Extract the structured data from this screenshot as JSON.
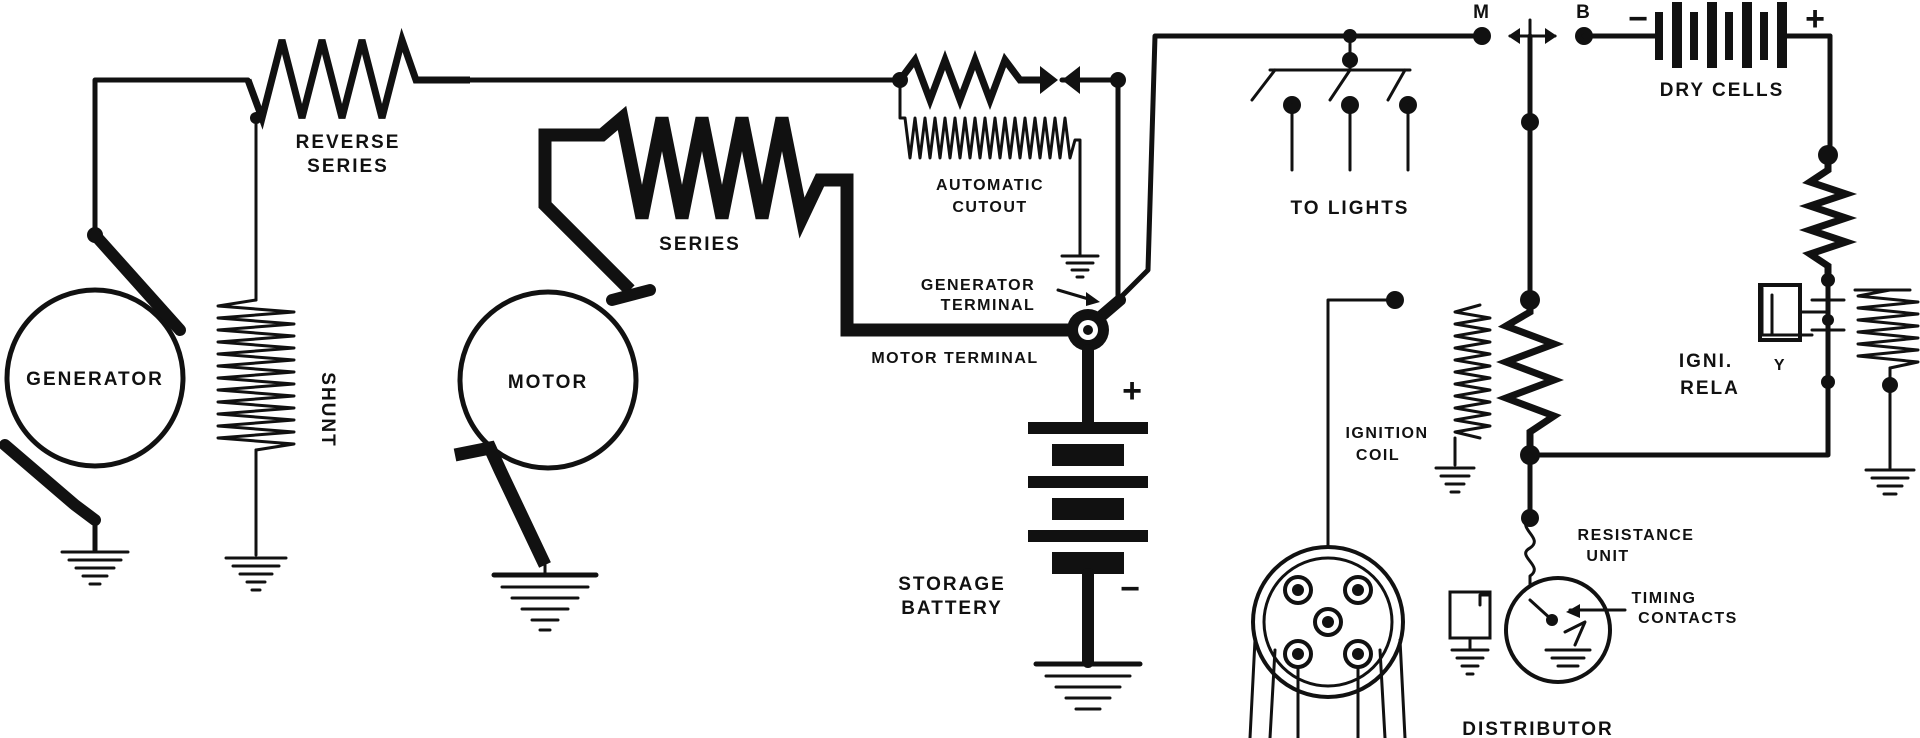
{
  "labels": {
    "reverse": "REVERSE",
    "series_a": "SERIES",
    "series": "SERIES",
    "automatic": "AUTOMATIC",
    "cutout": "CUTOUT",
    "generator": "GENERATOR",
    "shunt": "SHUNT",
    "motor": "MOTOR",
    "generator_terminal_1": "GENERATOR",
    "generator_terminal_2": "TERMINAL",
    "motor_terminal": "MOTOR TERMINAL",
    "plus": "+",
    "minus": "−",
    "storage_1": "STORAGE",
    "storage_2": "BATTERY",
    "to_lights": "TO LIGHTS",
    "m": "M",
    "b": "B",
    "dc_minus": "−",
    "dc_plus": "+",
    "dry_cells": "DRY CELLS",
    "igni": "IGNI.",
    "rela": "RELA",
    "relay_y": "Y",
    "ignition": "IGNITION",
    "coil": "COIL",
    "resistance": "RESISTANCE",
    "unit": "UNIT",
    "timing": "TIMING",
    "contacts": "CONTACTS",
    "distributor": "DISTRIBUTOR"
  }
}
